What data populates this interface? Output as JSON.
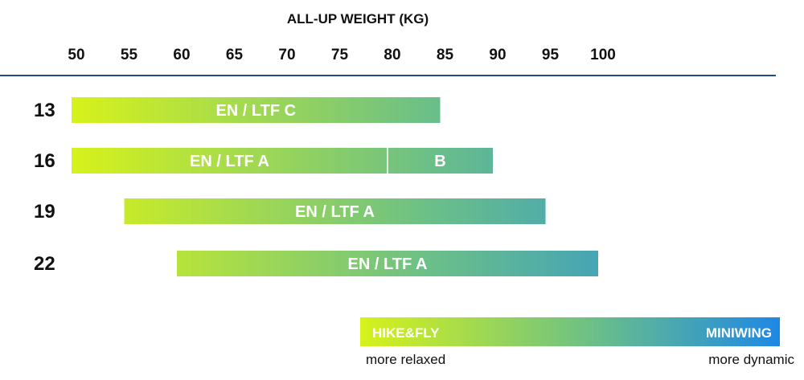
{
  "chart_data": {
    "type": "bar",
    "title": "ALL-UP WEIGHT (KG)",
    "x_ticks": [
      50,
      55,
      60,
      65,
      70,
      75,
      80,
      85,
      90,
      95,
      100
    ],
    "xlim": [
      50,
      100
    ],
    "grid": false,
    "rows": [
      {
        "size": "13",
        "start": 50,
        "end": 85,
        "segments": [
          {
            "label": "EN / LTF C",
            "start": 50,
            "end": 85
          }
        ]
      },
      {
        "size": "16",
        "start": 50,
        "end": 90,
        "segments": [
          {
            "label": "EN / LTF A",
            "start": 50,
            "end": 80
          },
          {
            "label": "B",
            "start": 80,
            "end": 90
          }
        ]
      },
      {
        "size": "19",
        "start": 55,
        "end": 95,
        "segments": [
          {
            "label": "EN / LTF A",
            "start": 55,
            "end": 95
          }
        ]
      },
      {
        "size": "22",
        "start": 60,
        "end": 100,
        "segments": [
          {
            "label": "EN / LTF A",
            "start": 60,
            "end": 100
          }
        ]
      }
    ]
  },
  "scale_legend": {
    "left_label": "HIKE&FLY",
    "right_label": "MINIWING",
    "left_caption": "more relaxed",
    "right_caption": "more dynamic"
  },
  "colors": {
    "gradient_start": "#d7f21a",
    "gradient_mid": "#6cc087",
    "gradient_end": "#1e88e5",
    "axis_line": "#1f4f7a",
    "text": "#111111",
    "bar_text": "#ffffff"
  }
}
